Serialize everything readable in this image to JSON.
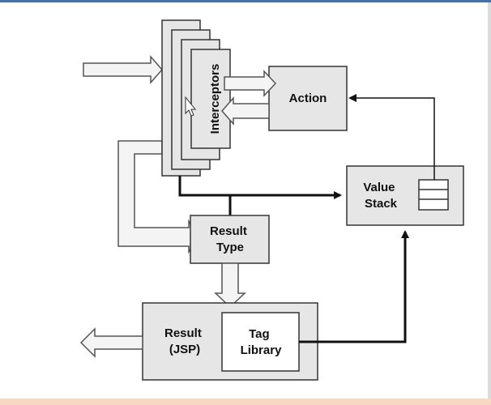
{
  "diagram": {
    "interceptors_label": "Interceptors",
    "action_label": "Action",
    "value_stack_lines": [
      "Value",
      "Stack"
    ],
    "result_type_lines": [
      "Result",
      "Type"
    ],
    "result_jsp_lines": [
      "Result",
      "(JSP)"
    ],
    "tag_library_lines": [
      "Tag",
      "Library"
    ]
  },
  "colors": {
    "box_fill": "#e6e6e6",
    "box_stroke": "#555555",
    "arrow_fill": "#f4f4f4",
    "line": "#111111"
  }
}
